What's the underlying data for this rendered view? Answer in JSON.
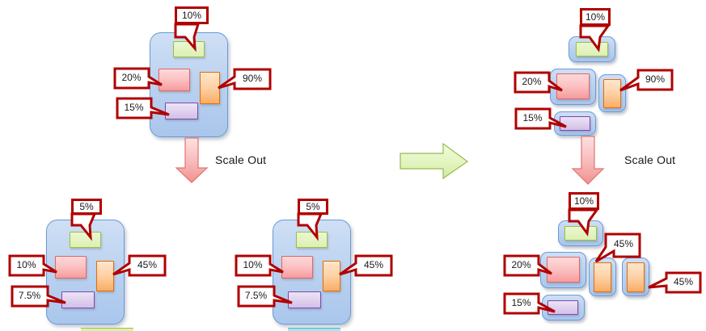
{
  "diagram": {
    "title_text_left": "Scale Out",
    "title_text_right": "Scale Out",
    "transition_arrow": "green-right-arrow-icon",
    "scale_out_arrow_left": "pink-down-arrow-icon",
    "scale_out_arrow_right": "pink-down-arrow-icon",
    "colors": {
      "container_blue": "#bcd3f0",
      "container_border": "#6a9ad6",
      "component_green": "#ddf0b4",
      "component_green_border": "#9ac13c",
      "component_red": "#fbc0c1",
      "component_red_border": "#e06666",
      "component_orange": "#fdd0a4",
      "component_orange_border": "#e36c0a",
      "component_purple": "#e0d2ef",
      "component_purple_border": "#7c48ad",
      "callout_border": "#b00000",
      "callout_fill": "#ffffff",
      "arrow_pink": "#f6a6a6",
      "arrow_green": "#ddf0b4",
      "text": "#161616",
      "background": "#ffffff"
    }
  },
  "clusters": {
    "top_left": {
      "name": "monolithic-before",
      "container_label": "monolith-container",
      "components": [
        {
          "id": "green",
          "name": "green-component",
          "utilization": "10%"
        },
        {
          "id": "red",
          "name": "red-component",
          "utilization": "20%"
        },
        {
          "id": "orange",
          "name": "orange-component",
          "utilization": "90%"
        },
        {
          "id": "purple",
          "name": "purple-component",
          "utilization": "15%"
        }
      ]
    },
    "bottom_left_a": {
      "name": "monolithic-after-instance-1",
      "container_label": "monolith-container-copy-1",
      "components": [
        {
          "id": "green",
          "name": "green-component",
          "utilization": "5%"
        },
        {
          "id": "red",
          "name": "red-component",
          "utilization": "10%"
        },
        {
          "id": "orange",
          "name": "orange-component",
          "utilization": "45%"
        },
        {
          "id": "purple",
          "name": "purple-component",
          "utilization": "7.5%"
        }
      ]
    },
    "bottom_left_b": {
      "name": "monolithic-after-instance-2",
      "container_label": "monolith-container-copy-2",
      "components": [
        {
          "id": "green",
          "name": "green-component",
          "utilization": "5%"
        },
        {
          "id": "red",
          "name": "red-component",
          "utilization": "10%"
        },
        {
          "id": "orange",
          "name": "orange-component",
          "utilization": "45%"
        },
        {
          "id": "purple",
          "name": "purple-component",
          "utilization": "7.5%"
        }
      ]
    },
    "top_right": {
      "name": "microservices-before",
      "components": [
        {
          "id": "green",
          "name": "green-service",
          "utilization": "10%"
        },
        {
          "id": "red",
          "name": "red-service",
          "utilization": "20%"
        },
        {
          "id": "orange",
          "name": "orange-service",
          "utilization": "90%"
        },
        {
          "id": "purple",
          "name": "purple-service",
          "utilization": "15%"
        }
      ]
    },
    "bottom_right": {
      "name": "microservices-after",
      "components": [
        {
          "id": "green",
          "name": "green-service",
          "utilization": "10%"
        },
        {
          "id": "red",
          "name": "red-service",
          "utilization": "20%"
        },
        {
          "id": "orange1",
          "name": "orange-service-1",
          "utilization": "45%"
        },
        {
          "id": "orange2",
          "name": "orange-service-2",
          "utilization": "45%"
        },
        {
          "id": "purple",
          "name": "purple-service",
          "utilization": "15%"
        }
      ]
    }
  },
  "clipped": {
    "strip_green": "",
    "strip_cyan": ""
  }
}
